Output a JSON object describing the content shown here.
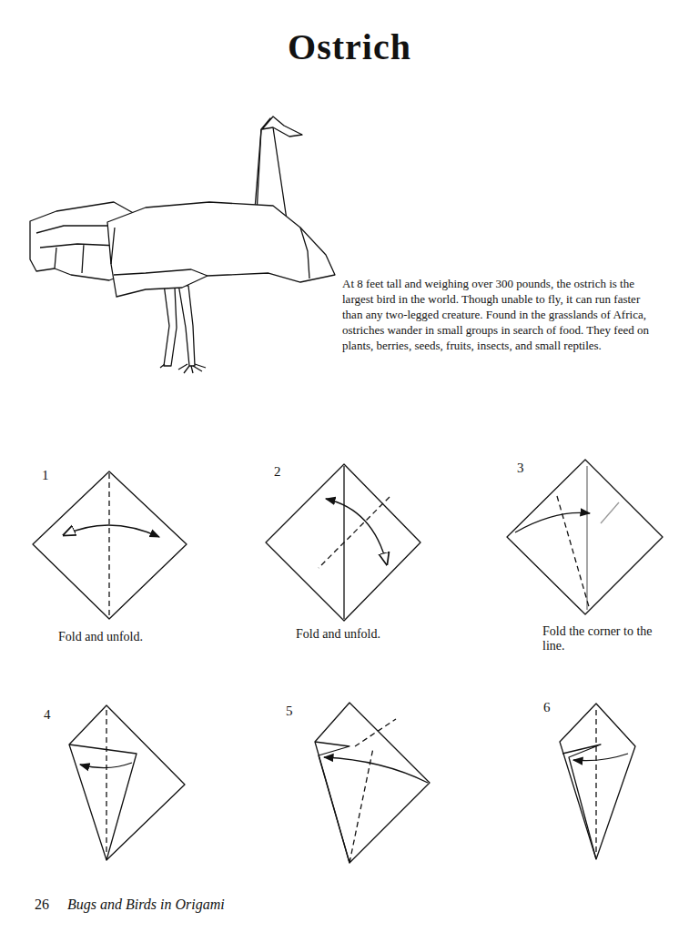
{
  "diagram": {
    "title": "Ostrich",
    "labels": [
      "At 8 feet tall and weighing over 300 pounds, the ostrich is the largest bird in the world. Though unable to fly, it can run faster than any two-legged creature. Found in the grasslands of Africa, ostriches wander in small groups in search of food. They feed on plants, berries, seeds, fruits, insects, and small reptiles.",
      "1",
      "2",
      "3",
      "Fold and unfold.",
      "Fold and unfold.",
      "Fold the corner to the line.",
      "4",
      "5",
      "6",
      "26",
      "Bugs and Birds in Origami"
    ]
  }
}
